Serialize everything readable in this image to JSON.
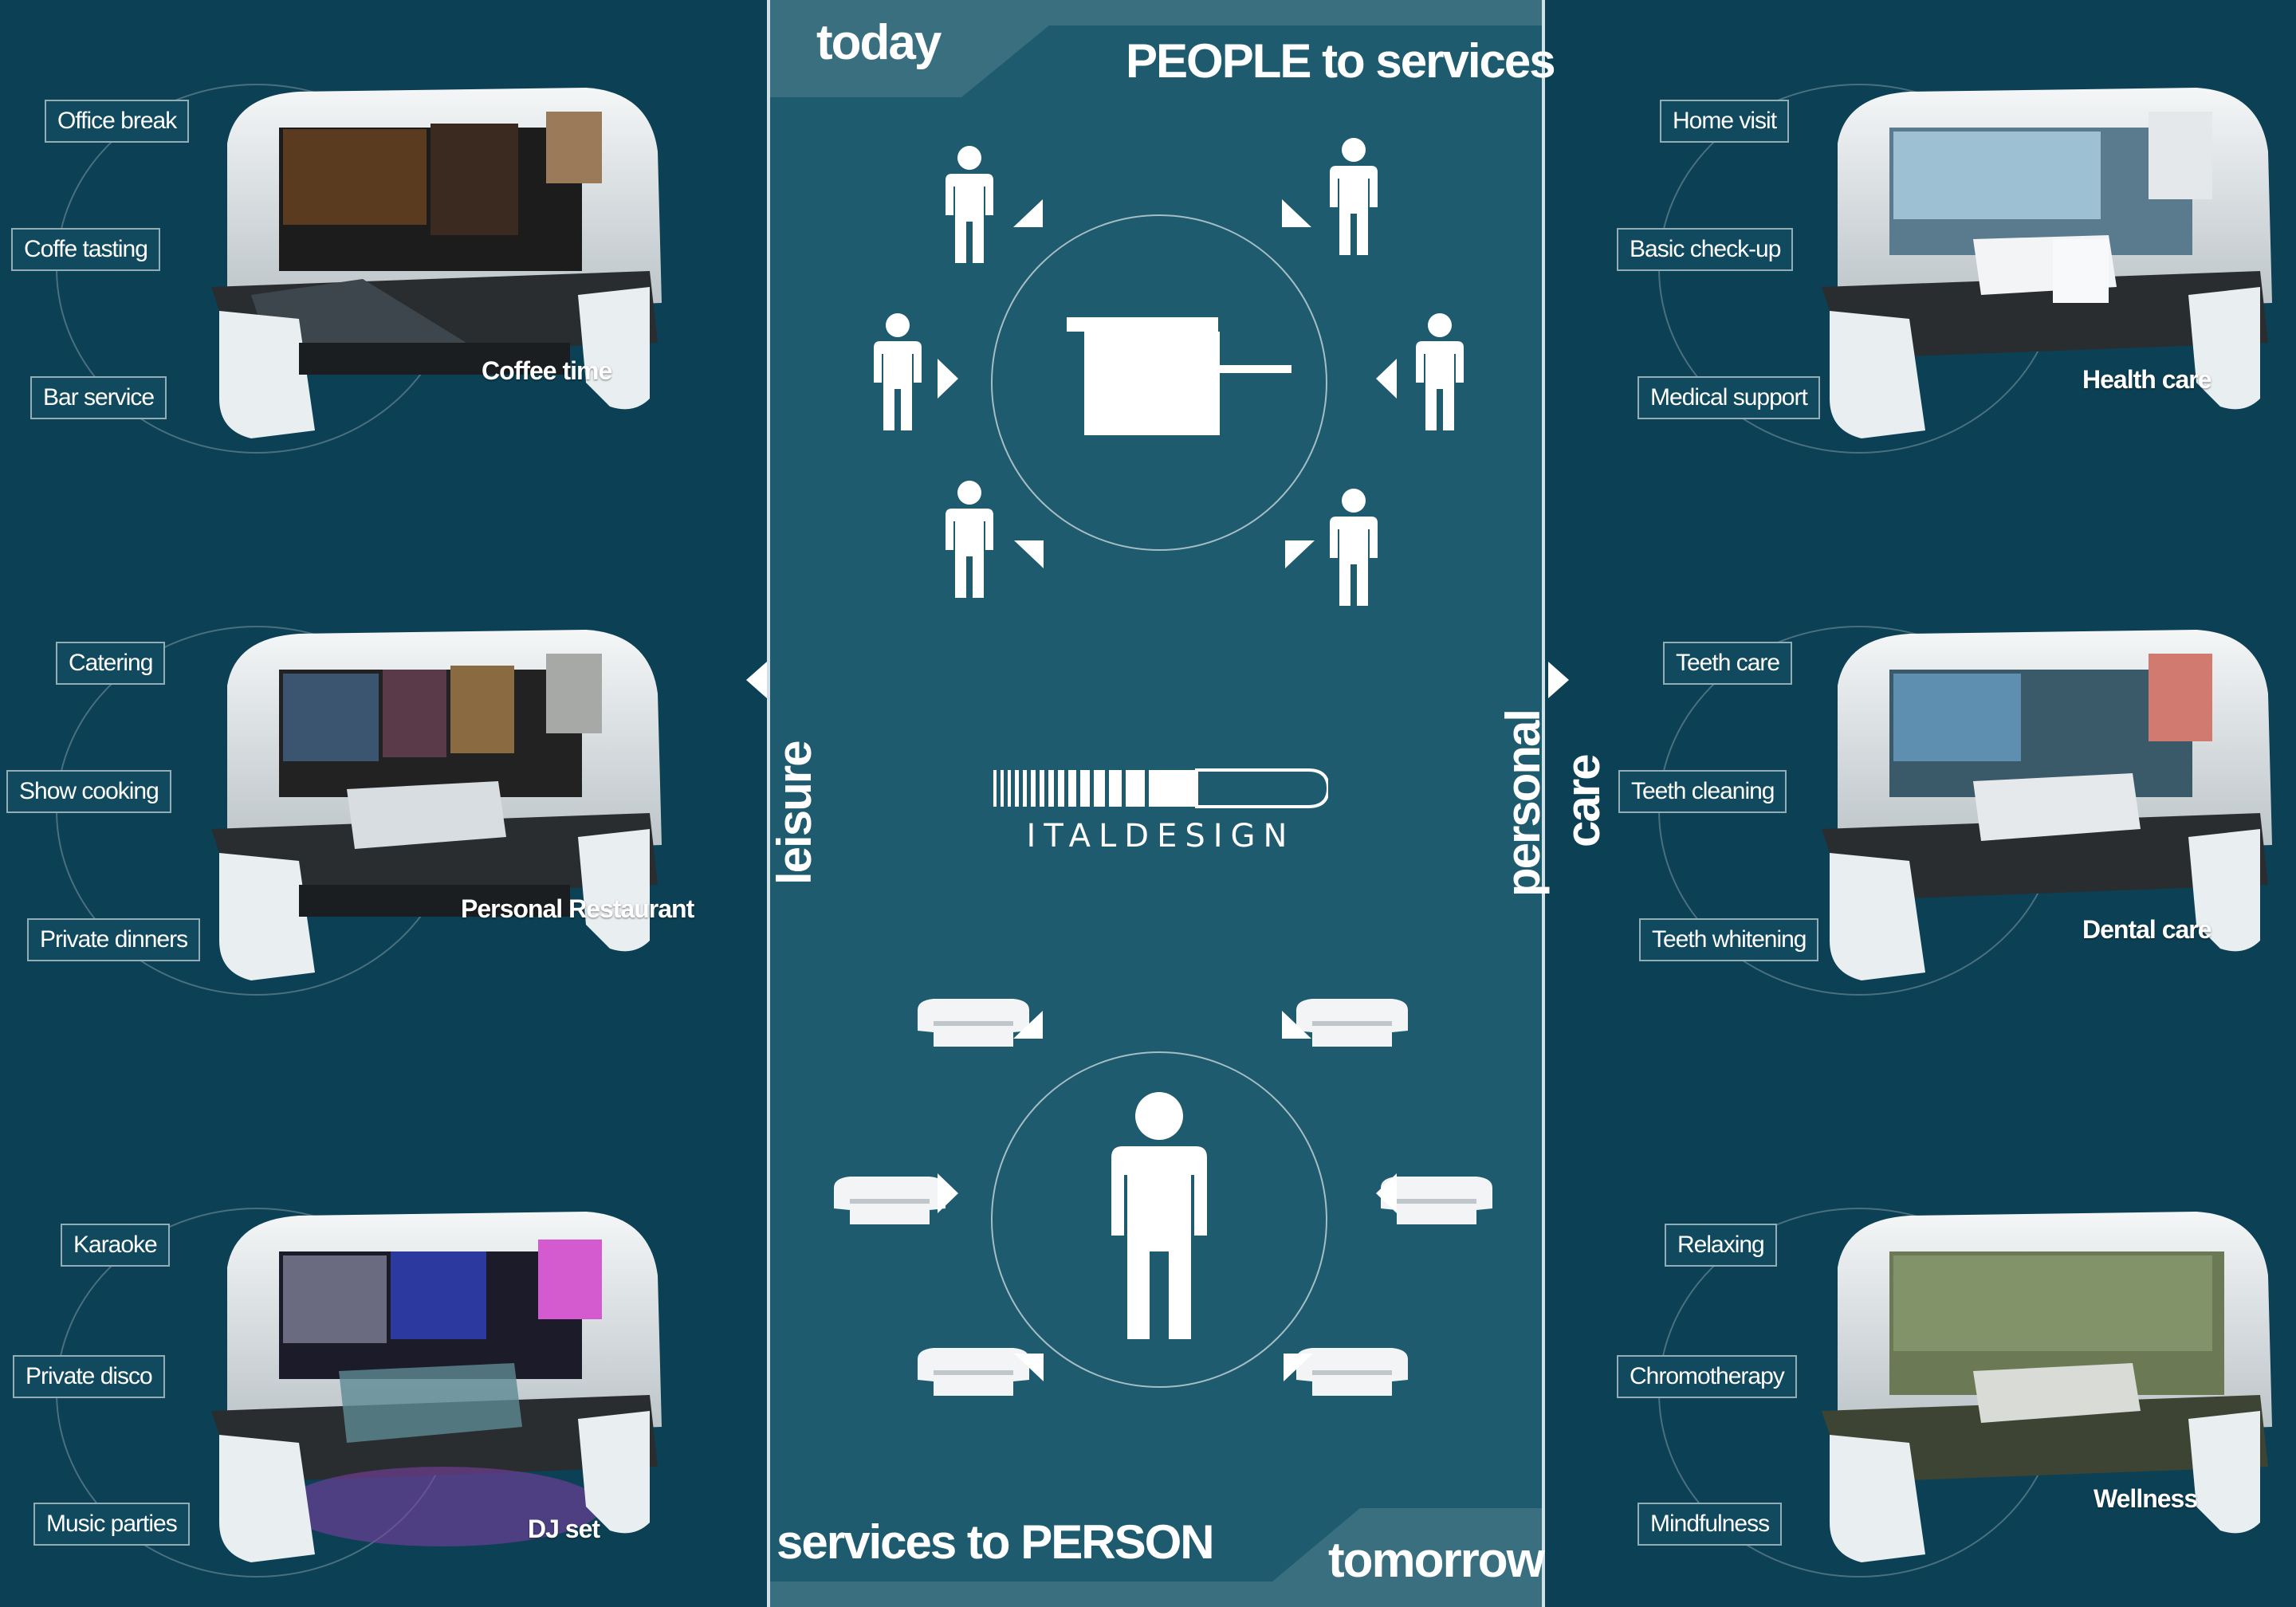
{
  "header": {
    "today": "today",
    "top_title": "PEOPLE to services"
  },
  "footer": {
    "tomorrow": "tomorrow",
    "bottom_title": "services to PERSON"
  },
  "vertical": {
    "left": "leisure",
    "right_1": "personal",
    "right_2": "care"
  },
  "logo": {
    "text": "ITALDESIGN"
  },
  "colors": {
    "background": "#0c4054",
    "center": "#1e5b6e",
    "accent": "#ffffff"
  },
  "left_blocks": [
    {
      "caption": "Coffee time",
      "tags": [
        "Office break",
        "Coffe tasting",
        "Bar service"
      ]
    },
    {
      "caption": "Personal  Restaurant",
      "tags": [
        "Catering",
        "Show cooking",
        "Private dinners"
      ]
    },
    {
      "caption": "DJ set",
      "tags": [
        "Karaoke",
        "Private disco",
        "Music parties"
      ]
    }
  ],
  "right_blocks": [
    {
      "caption": "Health care",
      "tags": [
        "Home visit",
        "Basic check-up",
        "Medical support"
      ]
    },
    {
      "caption": "Dental care",
      "tags": [
        "Teeth care",
        "Teeth cleaning",
        "Teeth whitening"
      ]
    },
    {
      "caption": "Wellness",
      "tags": [
        "Relaxing",
        "Chromotherapy",
        "Mindfulness"
      ]
    }
  ],
  "icons": [
    "person-icon",
    "service-desk-icon",
    "pod-icon",
    "arrow-icon"
  ]
}
